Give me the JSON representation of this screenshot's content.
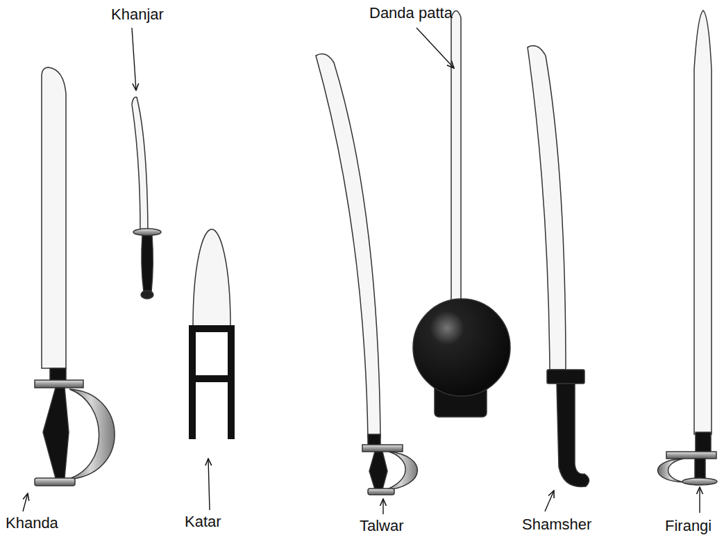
{
  "diagram": {
    "labels": [
      "Danda patta",
      "Khanjar",
      "Khanda",
      "Katar",
      "Talwar",
      "Shamsher",
      "Firangi"
    ]
  }
}
